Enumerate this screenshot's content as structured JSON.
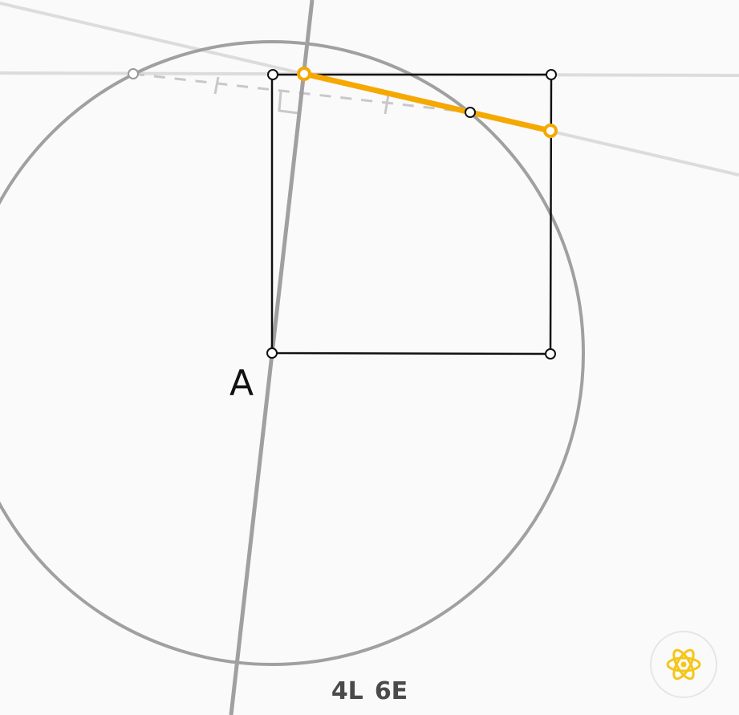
{
  "puzzle": {
    "point_label": "A",
    "counter": {
      "lines": "4L",
      "elements": "6E"
    }
  },
  "colors": {
    "background": "#fafafa",
    "given_lines": "#a0a0a0",
    "guide_lines": "#dcdcdc",
    "construction": "#111111",
    "solution": "#f5a800",
    "hint_icon": "#f5c518"
  },
  "hint": {
    "icon": "atom-icon"
  }
}
